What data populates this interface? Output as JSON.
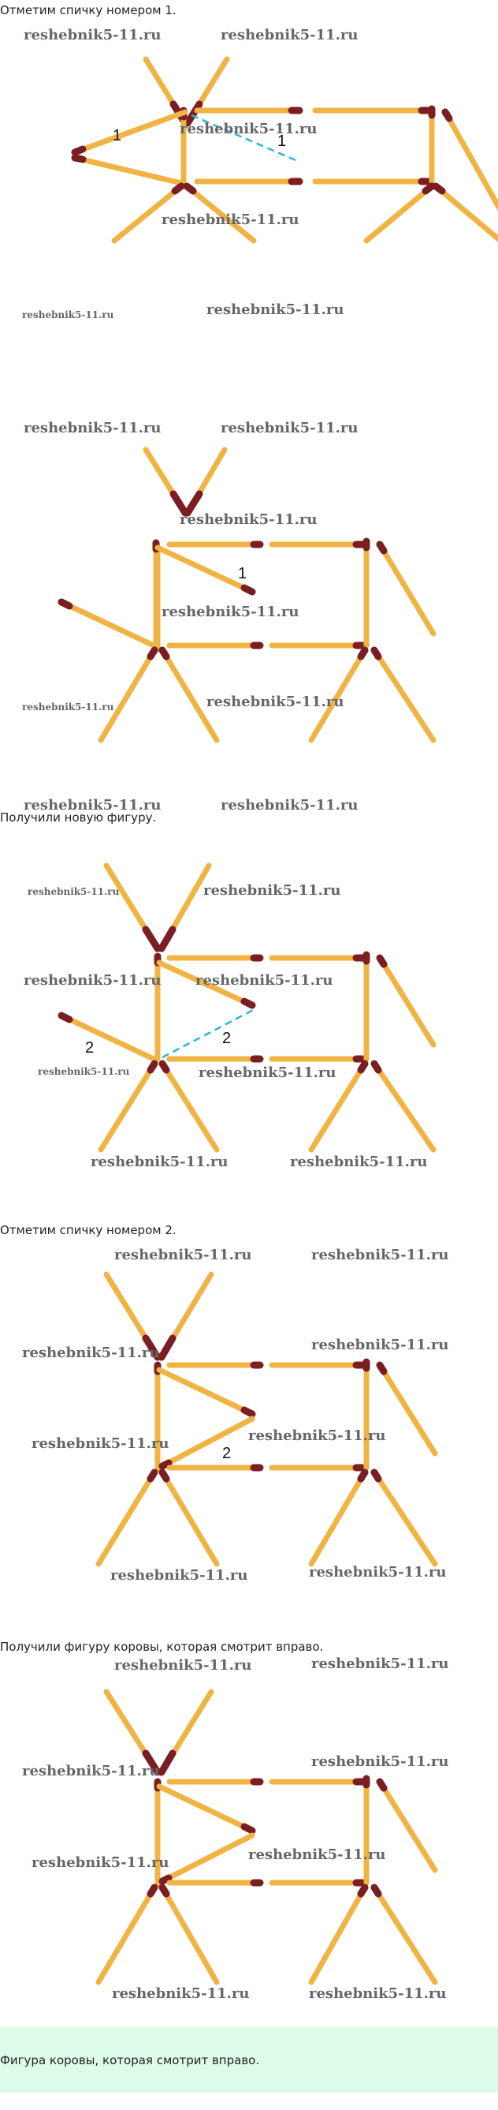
{
  "captions": {
    "c1": "Отметим спичку номером 1.",
    "c2": "Получили новую фигуру.",
    "c3": "Отметим спичку номером 2.",
    "c4": "Получили фигуру коровы, которая смотрит вправо."
  },
  "note": "Фигура коровы, которая смотрит вправо.",
  "watermark": "reshebnik5-11.ru",
  "labels": {
    "one": "1",
    "two": "2"
  },
  "colors": {
    "match_body": "#f0b445",
    "match_head": "#7a1e22",
    "dashed_line": "#2bb5d9",
    "note_bg": "#dcfbe9"
  }
}
